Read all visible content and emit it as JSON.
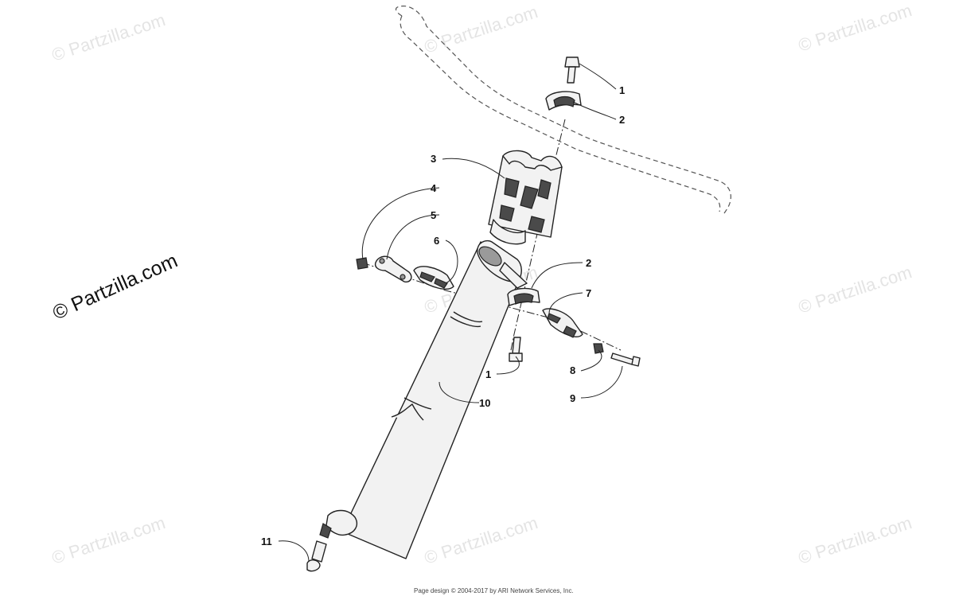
{
  "watermark_text": "© Partzilla.com",
  "brand_text": "© Partzilla.com",
  "footer_text": "Page design © 2004-2017 by ARI Network Services, Inc.",
  "callouts": {
    "c1_top": "1",
    "c2_top": "2",
    "c3": "3",
    "c4": "4",
    "c5": "5",
    "c6": "6",
    "c2_mid": "2",
    "c7": "7",
    "c1_low": "1",
    "c8": "8",
    "c9": "9",
    "c10": "10",
    "c11": "11"
  }
}
